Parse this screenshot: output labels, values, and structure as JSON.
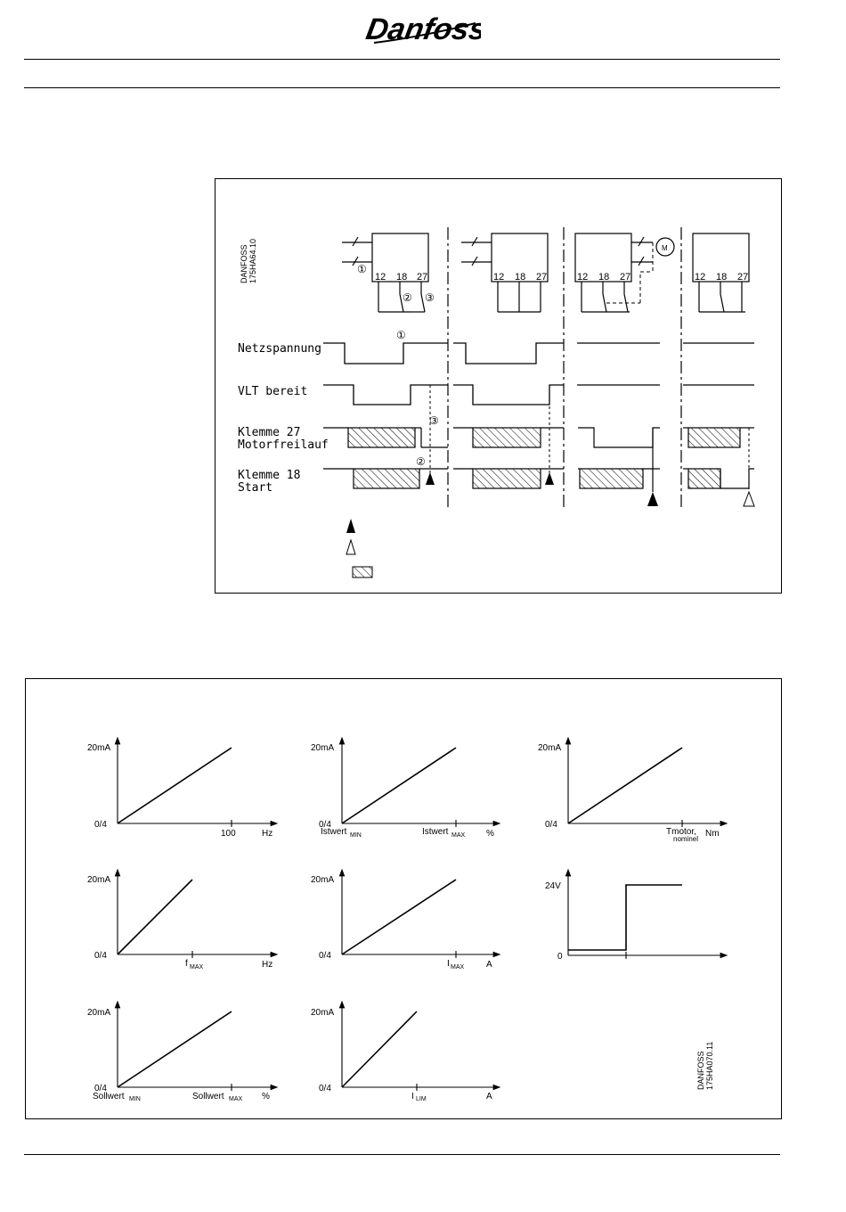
{
  "header": {
    "logo_text": "Danfoss"
  },
  "timing_diagram": {
    "code": "DANFOSS 175HA64.10",
    "code_line1": "DANFOSS",
    "code_line2": "175HA64.10",
    "terminals": [
      "12",
      "18",
      "27"
    ],
    "motor_label": "M",
    "callouts": [
      "①",
      "②",
      "③"
    ],
    "rows": {
      "netzspannung": "Netzspannung",
      "vlt_bereit": "VLT  bereit",
      "klemme27_line1": "Klemme  27",
      "klemme27_line2": "Motorfreilauf",
      "klemme18_line1": "Klemme  18",
      "klemme18_line2": "Start"
    }
  },
  "output_graphs": {
    "code_line1": "DANFOSS",
    "code_line2": "175HA070.11",
    "charts": [
      {
        "y_top": "20mA",
        "y_bottom": "0/4",
        "x_tick": "100",
        "x_unit": "Hz"
      },
      {
        "y_top": "20mA",
        "y_bottom": "0/4",
        "x_min": "Istwert",
        "x_min_sub": "MIN",
        "x_tick": "Istwert",
        "x_tick_sub": "MAX",
        "x_unit": "%"
      },
      {
        "y_top": "20mA",
        "y_bottom": "0/4",
        "x_tick": "Tmotor,",
        "x_tick_line2": "nominel",
        "x_unit": "Nm"
      },
      {
        "y_top": "20mA",
        "y_bottom": "0/4",
        "x_tick": "f",
        "x_tick_sub": "MAX",
        "x_unit": "Hz"
      },
      {
        "y_top": "20mA",
        "y_bottom": "0/4",
        "x_tick": "I",
        "x_tick_sub": "MAX",
        "x_unit": "A"
      },
      {
        "y_top": "24V",
        "y_bottom": "0"
      },
      {
        "y_top": "20mA",
        "y_bottom": "0/4",
        "x_min": "Sollwert",
        "x_min_sub": "MIN",
        "x_tick": "Sollwert",
        "x_tick_sub": "MAX",
        "x_unit": "%"
      },
      {
        "y_top": "20mA",
        "y_bottom": "0/4",
        "x_tick": "I",
        "x_tick_sub": "LIM",
        "x_unit": "A"
      }
    ]
  }
}
